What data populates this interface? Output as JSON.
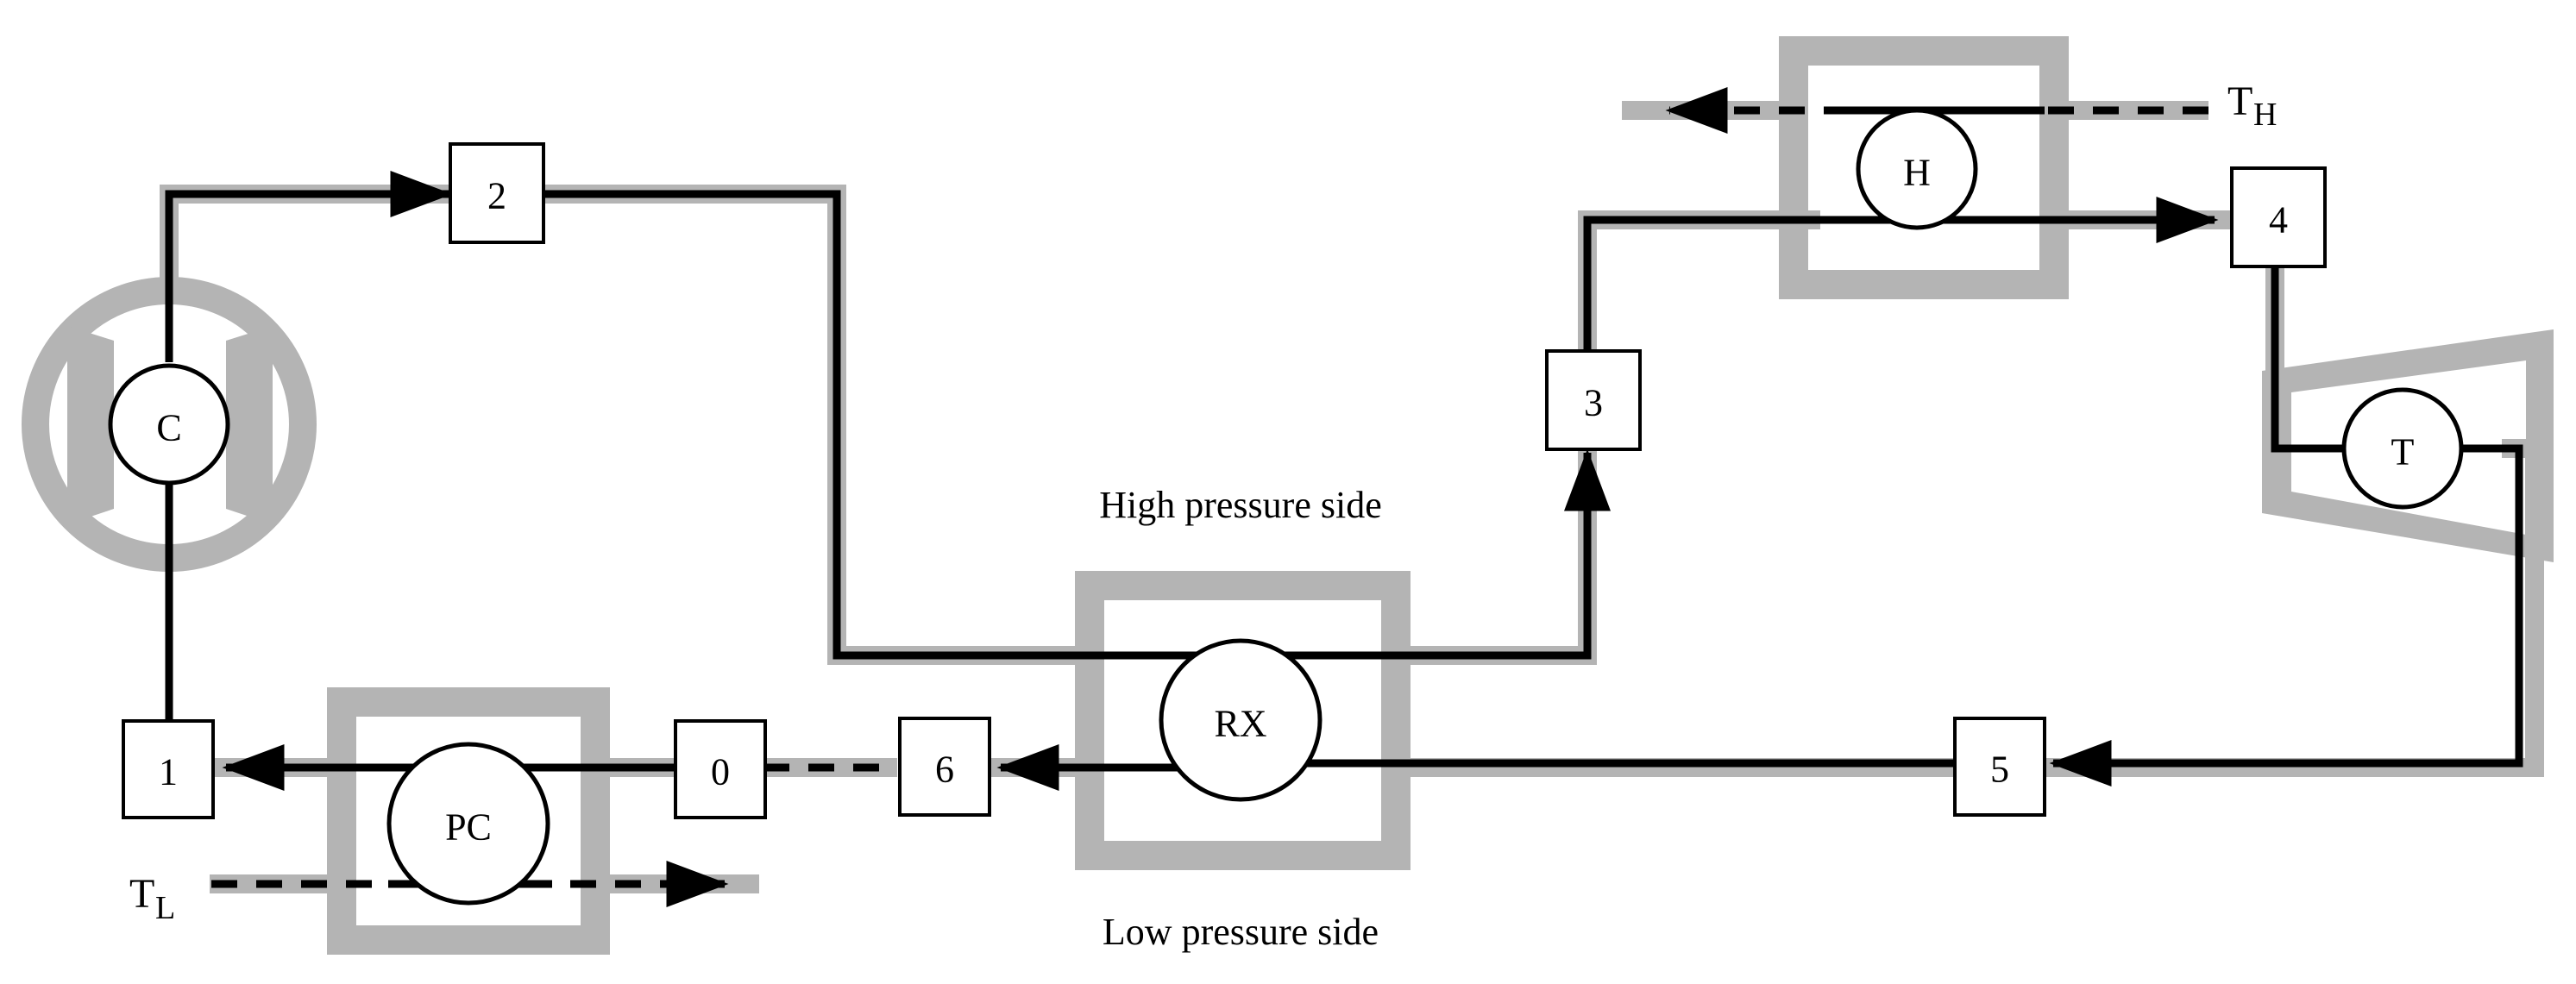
{
  "labels": {
    "high_pressure_side": "High pressure side",
    "low_pressure_side": "Low pressure side",
    "temp_high_main": "T",
    "temp_high_sub": "H",
    "temp_low_main": "T",
    "temp_low_sub": "L"
  },
  "components": {
    "compressor": "C",
    "heat_exchanger": "H",
    "turbine": "T",
    "recuperator": "RX",
    "precooler": "PC"
  },
  "states": {
    "s0": "0",
    "s1": "1",
    "s2": "2",
    "s3": "3",
    "s4": "4",
    "s5": "5",
    "s6": "6"
  }
}
